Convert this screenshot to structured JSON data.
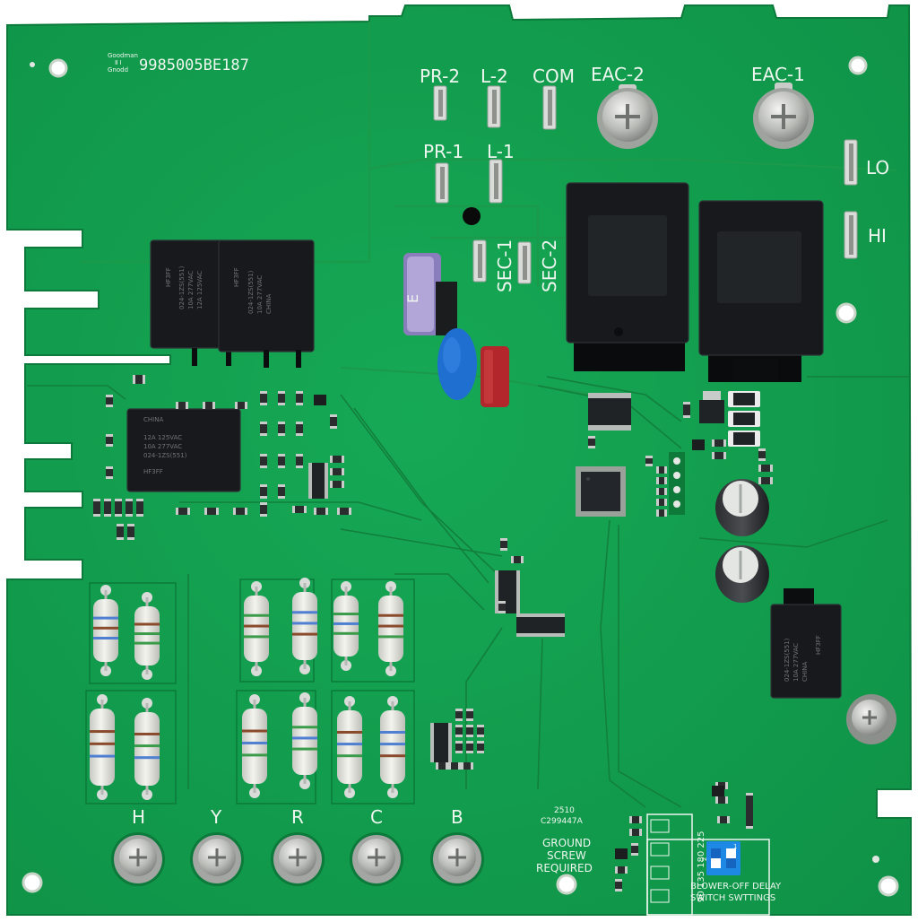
{
  "board": {
    "part_number": "9985005BE187",
    "logo_lines": [
      "Goodman",
      "Ⅱ Ⅰ",
      "Gnodd"
    ],
    "date_code": "2510",
    "board_code": "C299447A",
    "ground_note": [
      "GROUND",
      "SCREW",
      "REQUIRED"
    ],
    "fuse_letter": "E",
    "relay_brand": "HF3FF",
    "relay_specs": [
      "024-1ZS(551)",
      "10A 277VAC",
      "12A 125VAC",
      "CHINA"
    ],
    "colors": {
      "pcb": "#12a04f",
      "pcb_dark": "#0e8a43",
      "silkscreen": "#eef6ef",
      "relay_body": "#17191c",
      "dip_switch": "#1e88e5",
      "capacitor_blue": "#1f6fd1",
      "capacitor_red": "#b3262b",
      "fuse": "#a99bd1"
    }
  },
  "terminals": {
    "top_row": [
      "PR-2",
      "L-2",
      "COM",
      "EAC-2",
      "EAC-1"
    ],
    "second_row": [
      "PR-1",
      "L-1"
    ],
    "side": [
      "LO",
      "HI"
    ],
    "secondary": [
      "SEC-1",
      "SEC-2"
    ],
    "bottom": [
      "H",
      "Y",
      "R",
      "C",
      "B"
    ]
  },
  "dip_switch": {
    "scale_label": "90 135 180 225",
    "positions": [
      "1",
      "2"
    ],
    "caption": [
      "BLOWER-OFF DELAY",
      "SWITCH SWTTINGS"
    ]
  }
}
